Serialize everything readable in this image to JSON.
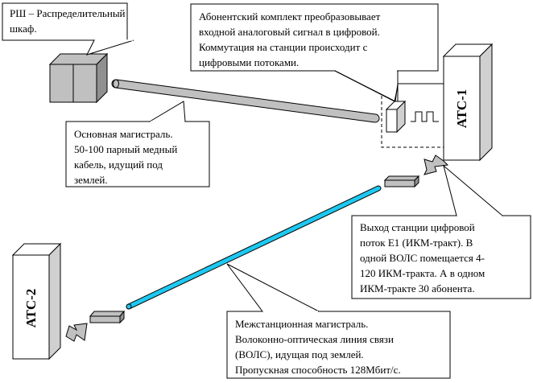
{
  "diagram": {
    "title": "Telephone network: distribution cabinet, subscriber line, exchanges and fiber trunk",
    "colors": {
      "background": "#ffffff",
      "copper_cable": "#c0c0c0",
      "fiber_cable": "#1ec8f0",
      "box_face": "#c0c0c0",
      "box_side": "#a0a0a0",
      "station_face": "#ffffff",
      "station_side": "#d0d0d0",
      "arrow": "#c0c0c0",
      "outline": "#000000"
    },
    "nodes": {
      "cabinet": {
        "name": "РШ",
        "icon": "distribution-cabinet-icon"
      },
      "station1": {
        "label": "АТС-1",
        "icon": "exchange-building-icon"
      },
      "station2": {
        "label": "АТС-2",
        "icon": "exchange-building-icon"
      },
      "subscriber_kit": {
        "icon": "line-card-icon"
      },
      "digital_signal": {
        "icon": "square-wave-icon"
      },
      "mux1": {
        "icon": "multiplexer-icon"
      },
      "mux2": {
        "icon": "multiplexer-icon"
      }
    },
    "callouts": {
      "cabinet": {
        "lines": [
          "РШ – Распределительный",
          "шкаф."
        ]
      },
      "subscriber": {
        "lines": [
          "Абонентский комплект преобразовывает",
          "входной аналоговый сигнал в цифровой.",
          "Коммутация на станции происходит с",
          "цифровыми потоками."
        ]
      },
      "main_line": {
        "lines": [
          "Основная магистраль.",
          "50-100 парный медный",
          "кабель, идущий под",
          "землей."
        ]
      },
      "station_output": {
        "lines": [
          "Выход станции цифровой",
          "поток Е1 (ИКМ-тракт). В",
          "одной ВОЛС помещается 4-",
          "120 ИКМ-тракта. А в одном",
          "ИКМ-тракте 30 абонента."
        ]
      },
      "interstation": {
        "lines": [
          "Межстанционная магистраль.",
          "Волоконно-оптическая линия связи",
          "(ВОЛС), идущая под землей.",
          "Пропускная способность 128Мбит/с."
        ]
      }
    }
  }
}
